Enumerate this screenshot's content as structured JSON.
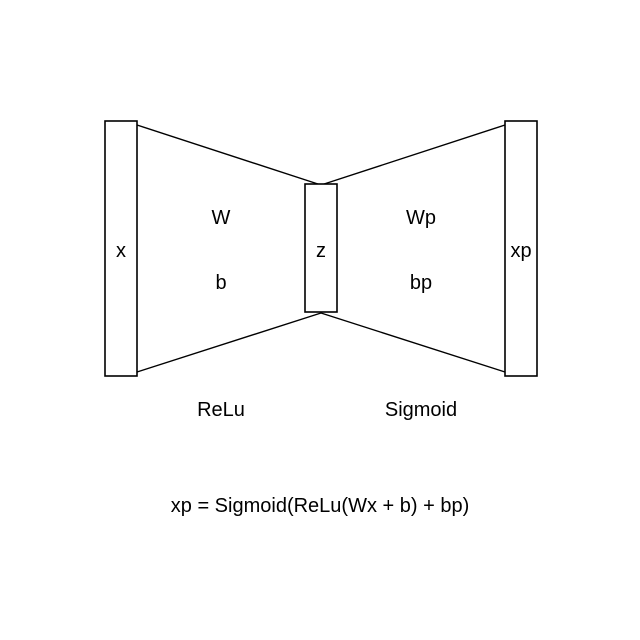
{
  "diagram": {
    "input_layer": {
      "label": "x"
    },
    "hidden_layer": {
      "label": "z"
    },
    "output_layer": {
      "label": "xp"
    },
    "encoder": {
      "weight": "W",
      "bias": "b",
      "activation": "ReLu"
    },
    "decoder": {
      "weight": "Wp",
      "bias": "bp",
      "activation": "Sigmoid"
    },
    "formula": "xp = Sigmoid(ReLu(Wx + b) + bp)"
  }
}
